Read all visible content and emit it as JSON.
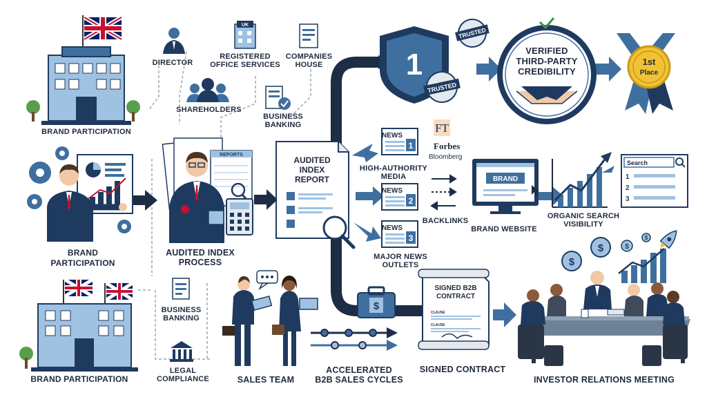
{
  "labels": {
    "brand_participation_top": "BRAND PARTICIPATION",
    "brand_participation_mid": "BRAND\nPARTICIPATION",
    "brand_participation_bottom": "BRAND PARTICIPATION",
    "director": "DIRECTOR",
    "registered_office": "REGISTERED\nOFFICE SERVICES",
    "companies_house": "COMPANIES\nHOUSE",
    "shareholders": "SHAREHOLDERS",
    "business_banking_top": "BUSINESS\nBANKING",
    "audited_index_process": "AUDITED INDEX\nPROCESS",
    "business_banking_bottom": "BUSINESS\nBANKING",
    "legal_compliance": "LEGAL\nCOMPLIANCE",
    "sales_team": "SALES TEAM",
    "accelerated_b2b": "ACCELERATED\nB2B SALES CYCLES",
    "signed_contract": "SIGNED CONTRACT",
    "investor_relations": "INVESTOR RELATIONS MEETING",
    "high_authority_media": "HIGH-AUTHORITY\nMEDIA",
    "backlinks": "BACKLINKS",
    "major_news_outlets": "MAJOR NEWS\nOUTLETS",
    "brand_website": "BRAND WEBSITE",
    "organic_search_visibility": "ORGANIC SEARCH\nVISIBILITY",
    "verified_credibility": "VERIFIED\nTHIRD-PARTY\nCREDIBILITY",
    "ft_logo": "FT",
    "forbes_logo": "Forbes",
    "bloomberg_logo": "Bloomberg"
  },
  "graphics": {
    "uk_badge": "UK",
    "reports_folder": "REPORTS",
    "audited_report_title": "AUDITED\nINDEX\nREPORT",
    "shield_number": "1",
    "trusted_stamp_top": "TRUSTED",
    "trusted_stamp_shield": "TRUSTED",
    "first_place": "1st\nPlace",
    "news_heading": "NEWS",
    "news_numbers": [
      "1",
      "2",
      "3"
    ],
    "brand_screen": "BRAND",
    "search_placeholder": "Search",
    "search_results": [
      "1",
      "2",
      "3"
    ],
    "contract_title": "SIGNED B2B\nCONTRACT",
    "clause_label": "CLAUSE",
    "dollar_sign": "$"
  },
  "colors": {
    "navy": "#1f3a5f",
    "steel_blue": "#3f6f9f",
    "light_blue": "#9fc2e2",
    "arrow": "#1c2d45",
    "gold": "#f1c232",
    "flag_red": "#c8102e",
    "flag_blue": "#012169",
    "tree_green": "#5a9e4b",
    "text": "#1f2a3d"
  }
}
